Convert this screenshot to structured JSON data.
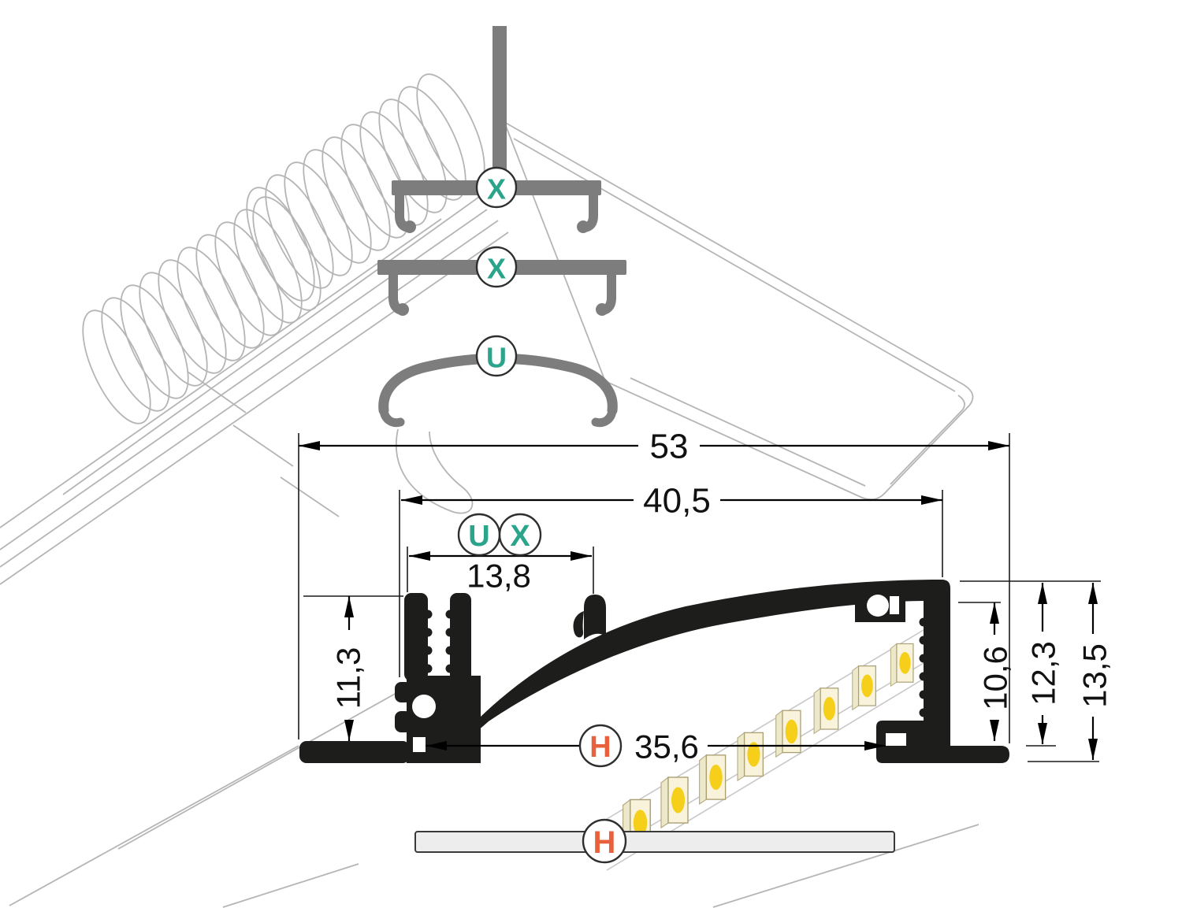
{
  "dims": {
    "total_width": "53",
    "inner_width": "40,5",
    "slot_width": "13,8",
    "left_height": "11,3",
    "opening_width": "35,6",
    "inner_height": "10,6",
    "recess_height": "12,3",
    "total_height": "13,5"
  },
  "labels": {
    "cover_x": "X",
    "cover_u": "U",
    "glass_h": "H"
  },
  "colors": {
    "profile_black": "#1d1d1b",
    "cover_gray": "#7d7d7d",
    "accent_teal": "#2aa48b",
    "accent_orange": "#e8613c",
    "faint_line": "#b5b5b5",
    "led_yellow": "#f5cf1a",
    "led_body": "#f8f3da",
    "glass_gray": "#ededed"
  }
}
